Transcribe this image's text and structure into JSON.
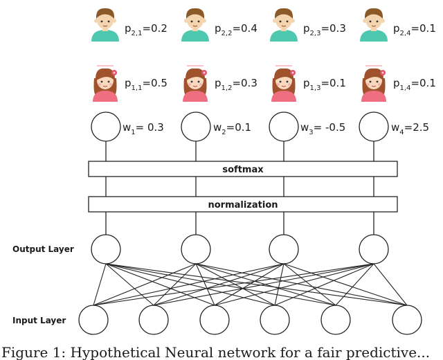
{
  "colors": {
    "boy_hair": "#8b5a2b",
    "boy_skin": "#f5d5b0",
    "boy_shirt": "#4ec9b0",
    "girl_hair": "#a0522d",
    "girl_skin": "#f8d9bd",
    "girl_shirt": "#ef6f80",
    "girl_bow": "#e0546a",
    "line": "#222222"
  },
  "icons": {
    "boy": "boy-avatar-icon",
    "girl": "girl-avatar-icon"
  },
  "boys": [
    {
      "p": "p",
      "sub": "2,1",
      "val": "=0.2"
    },
    {
      "p": "p",
      "sub": "2,2",
      "val": "=0.4"
    },
    {
      "p": "p",
      "sub": "2,3",
      "val": "=0.3"
    },
    {
      "p": "p",
      "sub": "2,4",
      "val": "=0.1"
    }
  ],
  "girls": [
    {
      "p": "p",
      "sub": "1,1",
      "val": "=0.5"
    },
    {
      "p": "p",
      "sub": "1,2",
      "val": "=0.3"
    },
    {
      "p": "p",
      "sub": "1,3",
      "val": "=0.1"
    },
    {
      "p": "p",
      "sub": "1,4",
      "val": "=0.1"
    }
  ],
  "weights": [
    {
      "w": "w",
      "sub": "1",
      "val": "= 0.3"
    },
    {
      "w": "w",
      "sub": "2",
      "val": "=0.1"
    },
    {
      "w": "w",
      "sub": "3",
      "val": "= -0.5"
    },
    {
      "w": "w",
      "sub": "4",
      "val": "=2.5"
    }
  ],
  "boxes": {
    "softmax": "softmax",
    "normalization": "normalization"
  },
  "layers": {
    "output": "Output Layer",
    "input": "Input Layer"
  },
  "caption": "Figure 1: Hypothetical Neural network for a fair predictive..."
}
